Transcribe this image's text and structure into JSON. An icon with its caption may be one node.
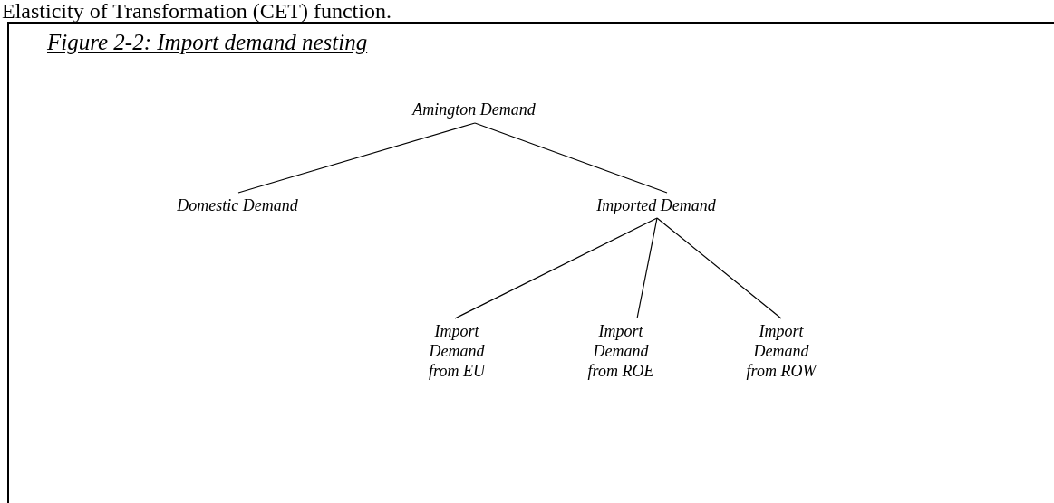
{
  "diagram": {
    "title": "Figure 2-2: Import demand nesting",
    "nodes": [
      {
        "text": [
          "Amington Demand"
        ]
      },
      {
        "text": [
          "Domestic Demand"
        ]
      },
      {
        "text": [
          "Imported Demand"
        ]
      },
      {
        "text": [
          "Import Demand from EU"
        ]
      },
      {
        "text": [
          "Import Demand from ROE"
        ]
      },
      {
        "text": [
          "Import Demand from ROW"
        ]
      }
    ],
    "edges": [
      {
        "from": 0,
        "to": 1,
        "arrow": "none"
      },
      {
        "from": 0,
        "to": 2,
        "arrow": "none"
      },
      {
        "from": 2,
        "to": 3,
        "arrow": "none"
      },
      {
        "from": 2,
        "to": 4,
        "arrow": "none"
      },
      {
        "from": 2,
        "to": 5,
        "arrow": "none"
      }
    ],
    "labels": [
      "Elasticity of Transformation (CET) function."
    ]
  }
}
